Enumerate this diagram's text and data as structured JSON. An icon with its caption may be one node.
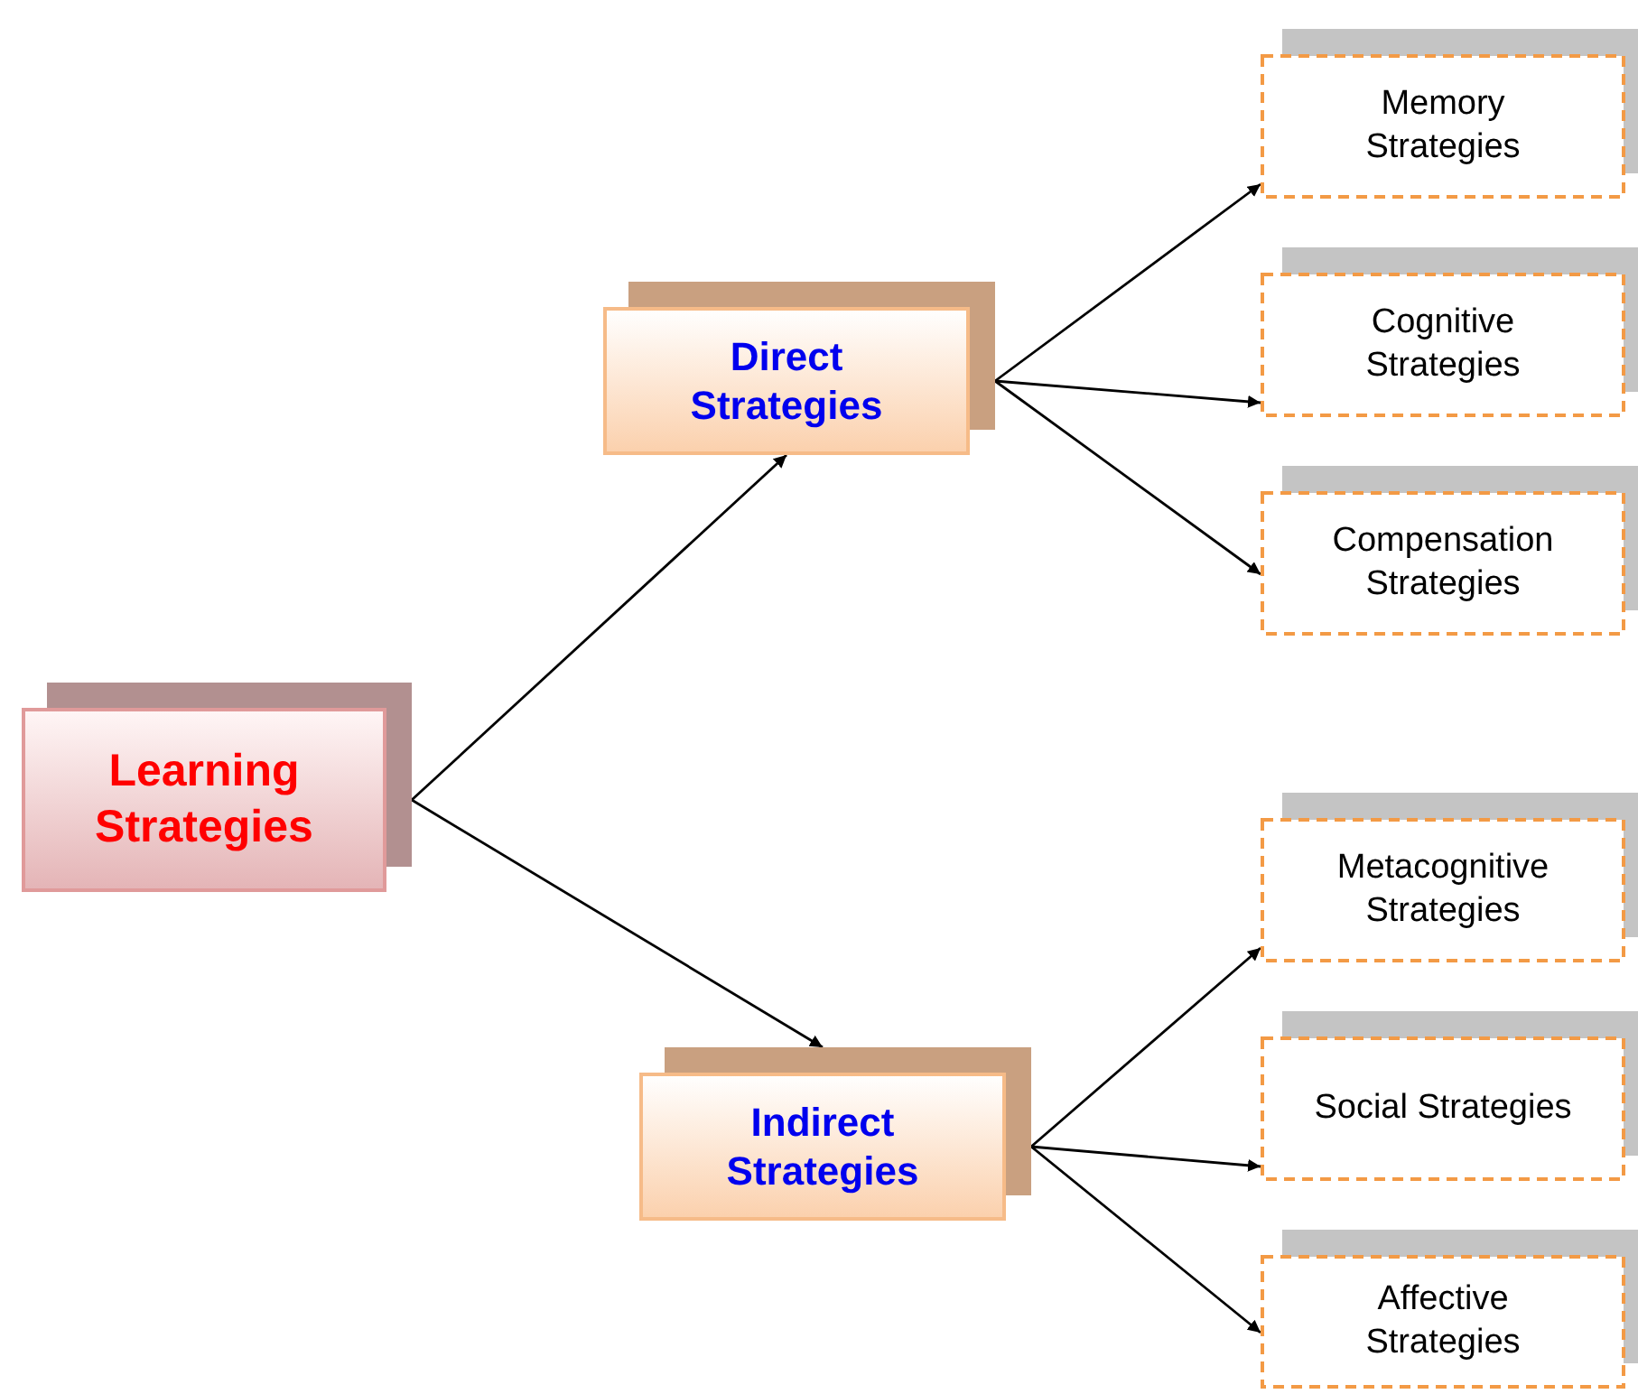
{
  "diagram": {
    "nodes": [
      {
        "text": [
          "Learning Strategies"
        ]
      },
      {
        "text": [
          "Direct Strategies"
        ]
      },
      {
        "text": [
          "Indirect Strategies"
        ]
      },
      {
        "text": [
          "Memory Strategies"
        ]
      },
      {
        "text": [
          "Cognitive Strategies"
        ]
      },
      {
        "text": [
          "Compensation Strategies"
        ]
      },
      {
        "text": [
          "Metacognitive Strategies"
        ]
      },
      {
        "text": [
          "Social Strategies"
        ]
      },
      {
        "text": [
          "Affective Strategies"
        ]
      }
    ],
    "edges": [
      {
        "from": 0,
        "to": 1,
        "arrow": "to"
      },
      {
        "from": 0,
        "to": 2,
        "arrow": "to"
      },
      {
        "from": 1,
        "to": 3,
        "arrow": "to"
      },
      {
        "from": 1,
        "to": 4,
        "arrow": "to"
      },
      {
        "from": 1,
        "to": 5,
        "arrow": "to"
      },
      {
        "from": 2,
        "to": 6,
        "arrow": "to"
      },
      {
        "from": 2,
        "to": 7,
        "arrow": "to"
      },
      {
        "from": 2,
        "to": 8,
        "arrow": "to"
      }
    ]
  }
}
